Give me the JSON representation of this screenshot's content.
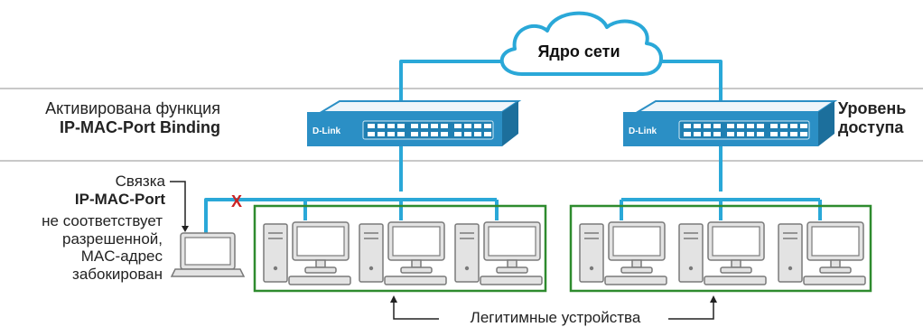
{
  "colors": {
    "link": "#2aa8d8",
    "group_border": "#2e8b2e",
    "blocked": "#cc2222",
    "device_fill": "#e3e3e3",
    "device_stroke": "#7a7a7a",
    "switch_top": "#eef5fa",
    "switch_front": "#2b8fc5",
    "divider": "#c8c8c8"
  },
  "core": {
    "label": "Ядро сети",
    "icon": "cloud-icon"
  },
  "activated_label": {
    "line1": "Активирована функция",
    "line2": "IP-MAC-Port Binding"
  },
  "access_level_label": {
    "line1": "Уровень",
    "line2": "доступа"
  },
  "switches": [
    {
      "brand": "D-Link",
      "icon": "switch-icon"
    },
    {
      "brand": "D-Link",
      "icon": "switch-icon"
    }
  ],
  "mismatch_label": {
    "line1": "Связка",
    "line2": "IP-MAC-Port",
    "line3": "не соответствует",
    "line4": "разрешенной,",
    "line5": "MAC-адрес",
    "line6": "забокирован"
  },
  "blocked_mark": "X",
  "legit_label": "Легитимные устройства"
}
